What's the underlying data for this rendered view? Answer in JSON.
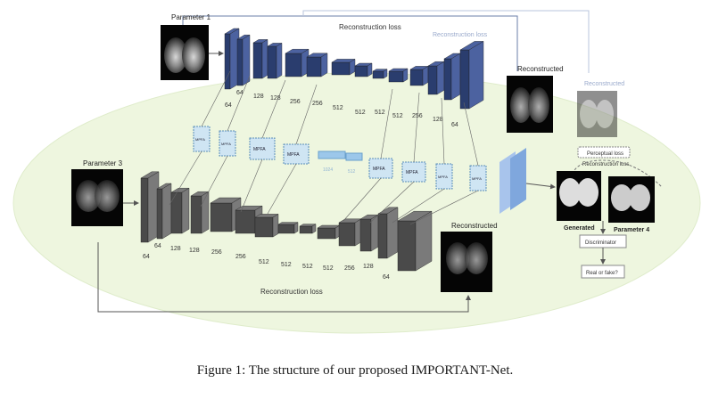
{
  "caption": "Figure 1: The structure of our proposed IMPORTANT-Net.",
  "labels": {
    "parameter1": "Parameter 1",
    "parameter3": "Parameter 3",
    "parameter4": "Parameter 4",
    "reconstructed": "Reconstructed",
    "reconstruction_loss": "Reconstruction loss",
    "generated": "Generated",
    "perceptual_loss": "Perceptual loss",
    "discriminator": "Discriminator",
    "real_or_fake": "Real or fake?",
    "mpfa": "MPFA"
  },
  "top_channels": [
    "64",
    "64",
    "128",
    "128",
    "256",
    "256",
    "512",
    "512",
    "512",
    "512",
    "256",
    "128",
    "64"
  ],
  "bottom_channels": [
    "64",
    "64",
    "128",
    "128",
    "256",
    "256",
    "512",
    "512",
    "512",
    "512",
    "256",
    "128",
    "64"
  ],
  "mid_channels": [
    "1024",
    "512"
  ],
  "colors": {
    "top_block": "#2a3d6e",
    "bottom_block": "#4a4a4a",
    "mpfa_block": "#cfe5f3",
    "mid_block": "#9cc7ea",
    "background_ellipse": "#eef6df",
    "output_block": "#7fa7dd"
  }
}
